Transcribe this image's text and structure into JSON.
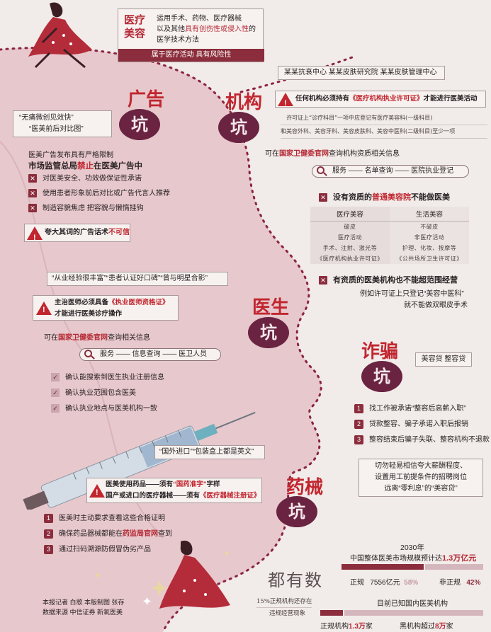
{
  "colors": {
    "background": "#f1ebe9",
    "accent_red": "#c1262f",
    "pit_purple": "#6a2341",
    "face_pink": "#e7c8cc",
    "dots": "#8b2342"
  },
  "intro": {
    "term_line1": "医疗",
    "term_line2": "美容",
    "definition": {
      "l1": "运用手术、药物、医疗器械",
      "l2a": "以及其他",
      "l2b": "具有创伤性或侵入性",
      "l2c": "的",
      "l3": "医学技术方法"
    },
    "tag": "属于医疗活动  具有风险性"
  },
  "ads": {
    "title": "广告",
    "pit": "坑",
    "quote1": "“无痛微创见效快”",
    "quote2": "“医美前后对比图”",
    "rule_text": "医美广告发布具有严格限制",
    "ban": {
      "pre": "市场监管总局",
      "highlight": "禁止",
      "post": "在医美广告中"
    },
    "items": [
      "对医美安全、功效做保证性承诺",
      "使用患者形象前后对比或广告代言人推荐",
      "制造容貌焦虑  把容貌与懒惰挂钩"
    ],
    "warning": {
      "pre": "夸大其词的广告话术",
      "highlight": "不可信"
    }
  },
  "institution": {
    "title": "机构",
    "pit": "坑",
    "names": "某某抗衰中心  某某皮肤研究院  某某皮肤管理中心",
    "warning": {
      "pre": "任何机构必须持有",
      "highlight": "《医疗机构执业许可证》",
      "post": "才能进行医美活动"
    },
    "license_note1": "许可证上“诊疗科目”一项中应登记有医疗美容科(一级科目)",
    "license_note2": "和美容外科、美容牙科、美容皮肤科、美容中医科(二级科目)至少一项",
    "query": {
      "pre": "可在",
      "highlight": "国家卫健委官网",
      "post": "查询机构资质相关信息"
    },
    "search": "服务 —— 名单查询 —— 医院执业登记",
    "no_qual": {
      "pre": "没有资质的",
      "highlight": "普通美容院",
      "post": "不能做医美"
    },
    "table": {
      "headers": [
        "医疗美容",
        "生活美容"
      ],
      "rows": [
        [
          "破皮",
          "不破皮"
        ],
        [
          "医疗活动",
          "非医疗活动"
        ],
        [
          "手术、注射、激光等",
          "护理、化妆、按摩等"
        ],
        [
          "《医疗机构执业许可证》",
          "《公共场所卫生许可证》"
        ]
      ]
    },
    "overreach": "有资质的医美机构也不能超范围经营",
    "example1": "例如许可证上只登记“美容中医科”",
    "example2": "就不能做双眼皮手术"
  },
  "doctor": {
    "title": "医生",
    "pit": "坑",
    "quote": "“从业经验很丰富”“患者认证好口碑”“曾与明星合影”",
    "warning": {
      "pre": "主治医师必须具备",
      "highlight": "《执业医师资格证》",
      "post": "才能进行医美诊疗操作"
    },
    "query": {
      "pre": "可在",
      "highlight": "国家卫健委官网",
      "post": "查询相关信息"
    },
    "search": "服务 —— 信息查询 —— 医卫人员",
    "checks": [
      "确认能搜索到医生执业注册信息",
      "确认执业范围包含医美",
      "确认执业地点与医美机构一致"
    ]
  },
  "fraud": {
    "title": "诈骗",
    "pit": "坑",
    "tags": "美容贷  整容贷",
    "steps": [
      "找工作被承诺“整容后高薪入职”",
      "贷款整容、骗子承诺入职后报销",
      "整容结束后骗子失联、整容机构不退款"
    ],
    "advice": {
      "l1": "切勿轻易相信夸大薪酬程度、",
      "l2": "设置用工前提条件的招聘岗位",
      "l3": "远离“零利息”的“美容贷”"
    }
  },
  "drugs": {
    "title": "药械",
    "pit": "坑",
    "quote": "“国外进口”“包装盒上都是英文”",
    "warning1": {
      "pre": "医美使用药品——须有",
      "highlight": "“国药准字”",
      "post": "字样"
    },
    "warning2": {
      "pre": "国产或进口的医疗器械——须有",
      "highlight": "《医疗器械注册证》"
    },
    "steps": [
      {
        "pre": "医美时主动要求查看这些合格证明",
        "highlight": "",
        "post": ""
      },
      {
        "pre": "确保药品器械都能在",
        "highlight": "药监局官网",
        "post": "查到"
      },
      {
        "pre": "通过扫码溯源防假冒伪劣产品",
        "highlight": "",
        "post": ""
      }
    ]
  },
  "stats": {
    "year": "2030年",
    "market": {
      "pre": "中国整体医美市场规模预计达",
      "highlight": "1.3万亿元"
    },
    "legit_label": "正规",
    "legit_value": "7556亿元",
    "legit_pct": "58%",
    "legit_share": 0.58,
    "illegit_label": "非正规",
    "illegit_pct": "42%",
    "inst_title": "目前已知国内医美机构",
    "note1": "15%正规机构还存在",
    "note2": "违规经营现象",
    "inst_legit": {
      "pre": "正规机构",
      "highlight": "1.3万",
      "post": "家"
    },
    "inst_black": {
      "pre": "黑机构超过",
      "highlight": "8万",
      "post": "家"
    },
    "inst_legit_share": 0.14
  },
  "brand": "都有数",
  "credits": {
    "l1": "本报记者  白歌  本版制图  张存",
    "l2": "数据来源  中信证券  新氧医美"
  }
}
